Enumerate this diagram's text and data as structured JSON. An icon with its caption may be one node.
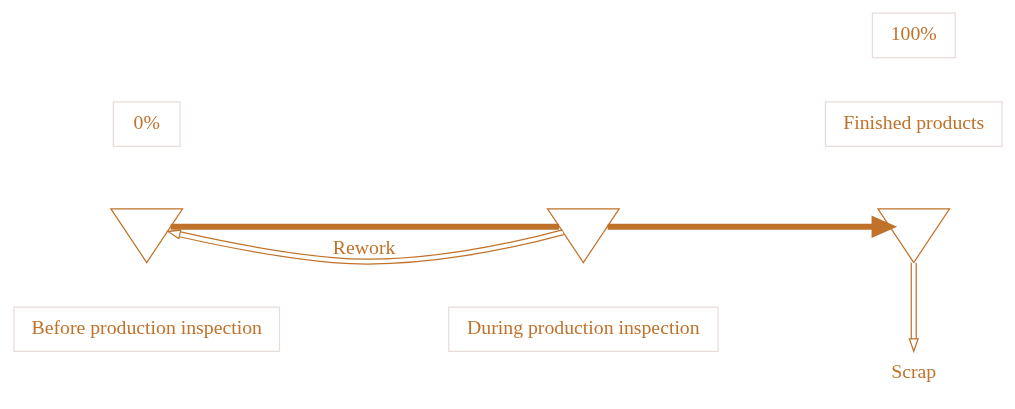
{
  "diagram": {
    "nodes": [
      {
        "text": [
          "Before production inspection"
        ]
      },
      {
        "text": [
          "During production inspection"
        ]
      },
      {
        "text": [],
        "shape": "triangle"
      },
      {
        "text": [],
        "shape": "triangle"
      },
      {
        "text": [],
        "shape": "triangle"
      },
      {
        "text": [
          "Finished products"
        ]
      },
      {
        "text": [
          "Scrap"
        ]
      }
    ],
    "edges": [
      {
        "from": 2,
        "to": 3,
        "arrow": "none",
        "style": "thick"
      },
      {
        "from": 3,
        "to": 4,
        "arrow": "to",
        "style": "thick"
      },
      {
        "from": 3,
        "to": 2,
        "arrow": "to",
        "label": "Rework"
      },
      {
        "from": 4,
        "to": 6,
        "arrow": "to"
      }
    ],
    "labels": [
      "0%",
      "100%"
    ]
  }
}
